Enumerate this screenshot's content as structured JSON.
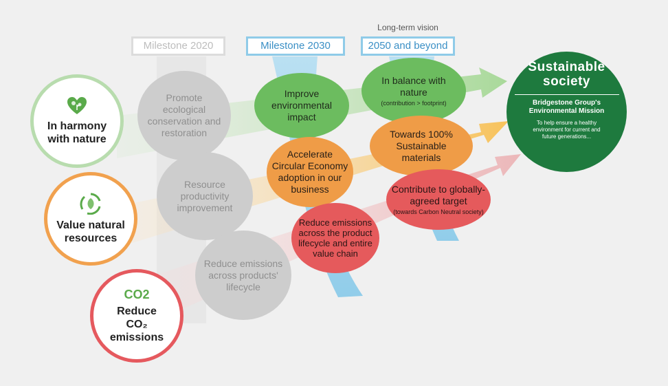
{
  "milestones": {
    "m2020": "Milestone 2020",
    "m2030": "Milestone 2030",
    "m2050": "2050 and beyond",
    "long_term_vision": "Long-term vision"
  },
  "themes": {
    "nature": "In harmony with nature",
    "resources": "Value natural resources",
    "co2": "Reduce CO₂ emissions",
    "co2_icon_text": "CO2"
  },
  "bubbles": {
    "m2020_nature": "Promote ecological conservation and restoration",
    "m2020_resources": "Resource productivity improvement",
    "m2020_co2": "Reduce emissions across products' lifecycle",
    "m2030_nature": "Improve environmental impact",
    "m2030_resources": "Accelerate Circular Economy adoption in our business",
    "m2030_co2": "Reduce emissions across the product lifecycle and entire value chain",
    "m2050_nature": "In balance with nature",
    "m2050_nature_sub": "(contribution > footprint)",
    "m2050_resources": "Towards 100% Sustainable materials",
    "m2050_co2": "Contribute to globally-agreed target",
    "m2050_co2_sub": "(towards Carbon Neutral society)"
  },
  "final": {
    "title": "Sustainable society",
    "mission": "Bridgestone Group's Environmental Mission",
    "description": "To help ensure a healthy environment for current and future generations..."
  },
  "colors": {
    "nature": "#6cbc5f",
    "resources": "#ef9c47",
    "co2": "#e55a5c",
    "final": "#1e7a3e",
    "milestone_blue": "#8fcbe8"
  }
}
